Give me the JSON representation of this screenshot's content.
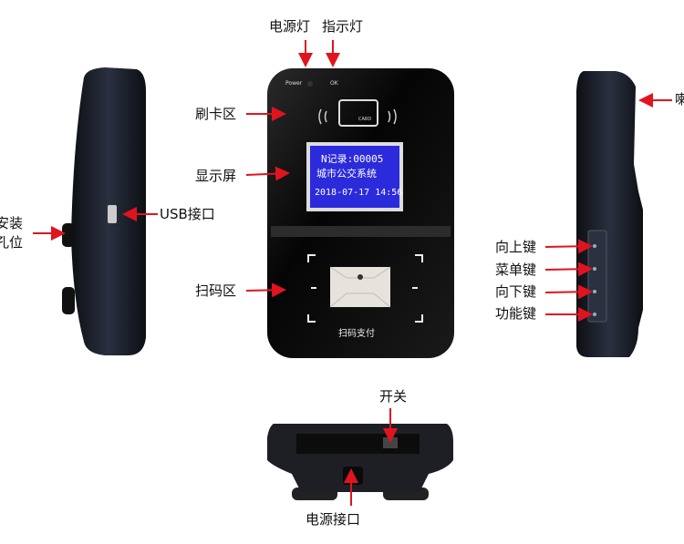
{
  "labels": {
    "power_light": "电源灯",
    "indicator_light": "指示灯",
    "card_area": "刷卡区",
    "display": "显示屏",
    "scan_area": "扫码区",
    "usb_port": "USB接口",
    "mount_hole_line1": "安装",
    "mount_hole_line2": "孔位",
    "up_key": "向上键",
    "menu_key": "菜单键",
    "down_key": "向下键",
    "function_key": "功能键",
    "speaker_cut": "喇",
    "switch": "开关",
    "power_port": "电源接口"
  },
  "device": {
    "power_text": "Power",
    "ok_text": "OK",
    "card_text": "CARD",
    "screen_line1": "N记录:00005",
    "screen_line2": "城市公交系统",
    "screen_line3": "2018-07-17 14:56",
    "scan_caption": "扫码支付"
  },
  "colors": {
    "arrow": "#e0141e",
    "screen": "#2b2bdc",
    "body": "#111111"
  }
}
